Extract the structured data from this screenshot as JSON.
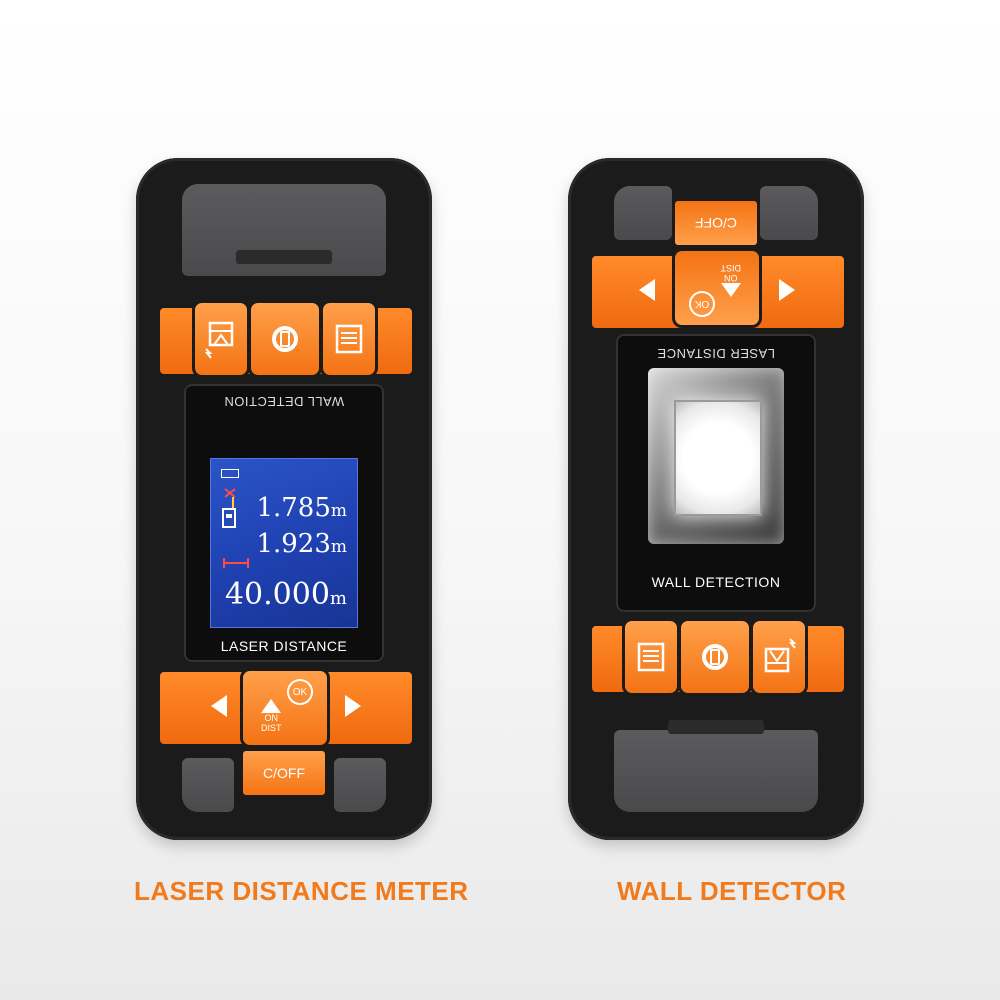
{
  "left_device": {
    "screen_label": "WALL DETECTION",
    "lcd": {
      "reading_1": "1.785",
      "reading_2": "1.923",
      "reading_3": "40.000",
      "unit": "m"
    },
    "bottom_label": "LASER DISTANCE",
    "ok_label": "OK",
    "on_label": "ON",
    "dist_label": "DIST",
    "power_off_label": "C/OFF"
  },
  "right_device": {
    "top_key_label": "C/OFF",
    "ok_label": "OK",
    "on_label": "ON",
    "dist_label": "DIST",
    "screen_top_label": "LASER DISTANCE",
    "screen_bottom_label": "WALL DETECTION"
  },
  "captions": {
    "left": "LASER DISTANCE METER",
    "right": "WALL DETECTOR"
  },
  "colors": {
    "accent": "#f47314",
    "shell": "#1b1b1c",
    "lcd_bg": "#1e3fae"
  }
}
